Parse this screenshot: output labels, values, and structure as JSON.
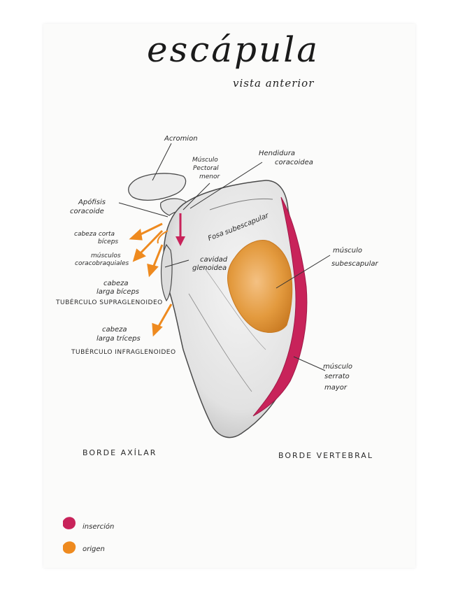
{
  "title": "escápula",
  "subtitle": "vista anterior",
  "labels": {
    "acromion": "Acromion",
    "musculo_pectoral_1": "Músculo",
    "musculo_pectoral_2": "Pectoral",
    "musculo_pectoral_3": "menor",
    "hendidura_1": "Hendidura",
    "hendidura_2": "coracoidea",
    "apofisis_1": "Apófisis",
    "apofisis_2": "coracoide",
    "biceps_corta_1": "cabeza corta",
    "biceps_corta_2": "bíceps",
    "coracobraquiales_1": "músculos",
    "coracobraquiales_2": "coracobraquiales",
    "fosa_1": "Fosa",
    "fosa_2": "subescapular",
    "cavidad_1": "cavidad",
    "cavidad_2": "glenoidea",
    "subescapular_1": "músculo",
    "subescapular_2": "subescapular",
    "biceps_larga_1": "cabeza",
    "biceps_larga_2": "larga bíceps",
    "supraglenoideo": "TUBÉRCULO SUPRAGLENOIDEO",
    "triceps_1": "cabeza",
    "triceps_2": "larga tríceps",
    "infraglenoideo": "TUBÉRCULO INFRAGLENOIDEO",
    "serrato_1": "músculo",
    "serrato_2": "serrato",
    "serrato_3": "mayor",
    "borde_axilar": "BORDE AXÍLAR",
    "borde_vertebral": "BORDE VERTEBRAL"
  },
  "legend": [
    {
      "label": "inserción",
      "color": "#c8235a"
    },
    {
      "label": "origen",
      "color": "#ee8a1f"
    }
  ],
  "colors": {
    "insertion": "#c8235a",
    "origin": "#ee8a1f",
    "bone_outline": "#4a4a4a",
    "subscapular_fill": "#e39a3e"
  }
}
